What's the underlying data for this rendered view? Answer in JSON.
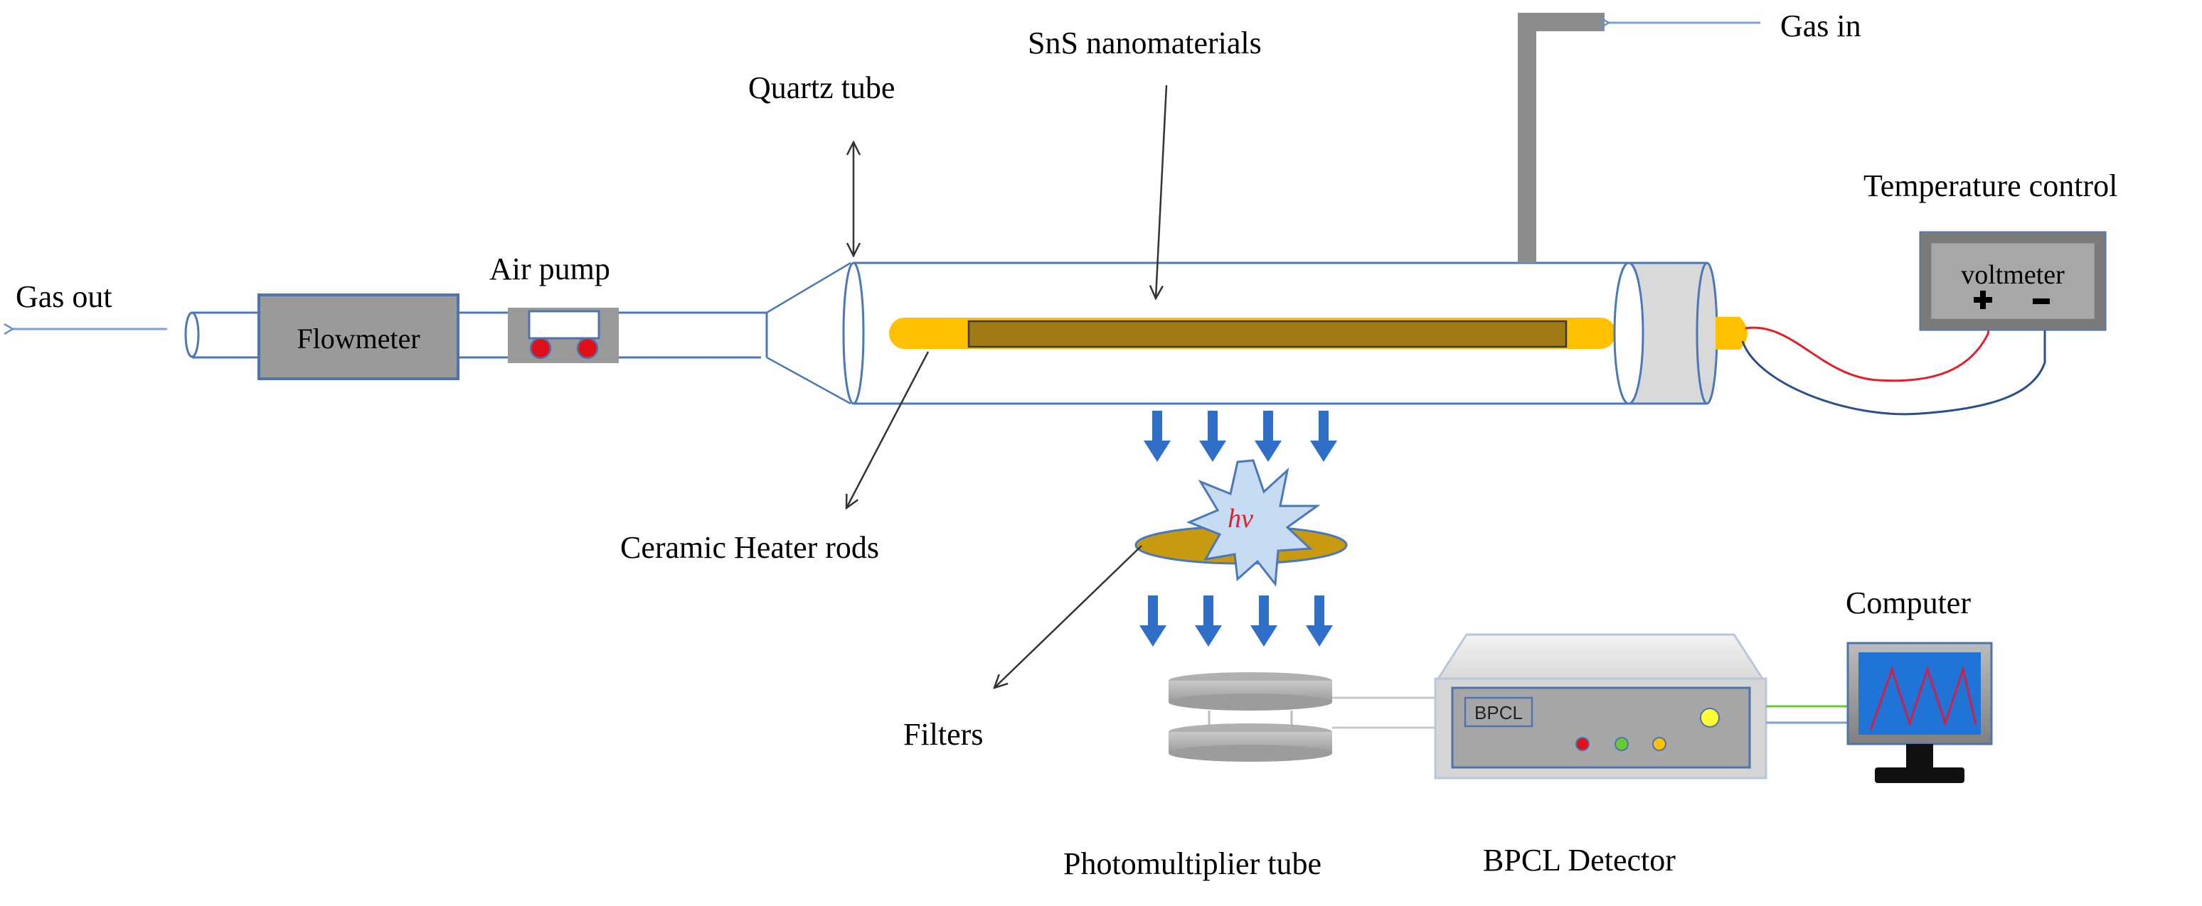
{
  "labels": {
    "gas_out": "Gas out",
    "gas_in": "Gas in",
    "flowmeter": "Flowmeter",
    "air_pump": "Air pump",
    "quartz_tube": "Quartz tube",
    "sns_nanomaterials": "SnS nanomaterials",
    "temperature_control": "Temperature control",
    "voltmeter": "voltmeter",
    "ceramic_heater_rods": "Ceramic Heater rods",
    "hv": "hv",
    "filters": "Filters",
    "computer": "Computer",
    "bpcl": "BPCL",
    "photomultiplier_tube": "Photomultiplier tube",
    "bpcl_detector": "BPCL Detector"
  },
  "colors": {
    "tube_stroke": "#4a78b8",
    "device_gray": "#9a9a9a",
    "device_stroke": "#4f74ad",
    "heater_rod": "#ffc000",
    "sns_fill": "#a07a12",
    "arrow_blue": "#2f6fc8",
    "starburst": "#c7dbf2",
    "filter_disk": "#c89a10",
    "screen_blue": "#1f74d6",
    "wire_red": "#e0202a",
    "wire_blue": "#2a4f8e",
    "gas_pipe": "#8c8c8c"
  }
}
